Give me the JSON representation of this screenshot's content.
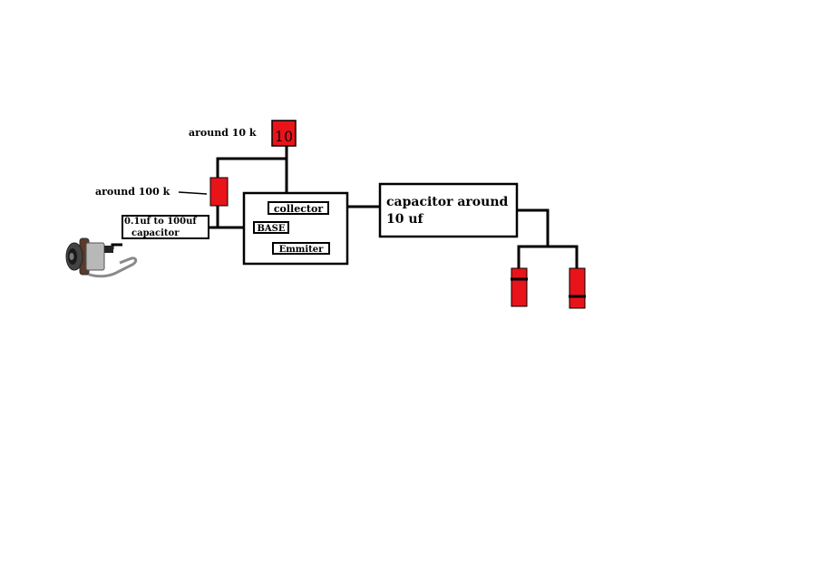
{
  "labels": {
    "res_10k": "around 10 k",
    "res_10k_mark": "10",
    "res_100k": "around 100 k",
    "input_cap_line1": "0.1uf to 100uf",
    "input_cap_line2": "capacitor",
    "collector": "collector",
    "base": "BASE",
    "emitter": "Emmiter",
    "output_cap_line1": "capacitor around",
    "output_cap_line2": "10 uf"
  },
  "colors": {
    "component_red": "#e8141a",
    "wire": "#000000",
    "background": "#ffffff"
  },
  "icons": {
    "input_jack": "audio-jack-icon"
  }
}
